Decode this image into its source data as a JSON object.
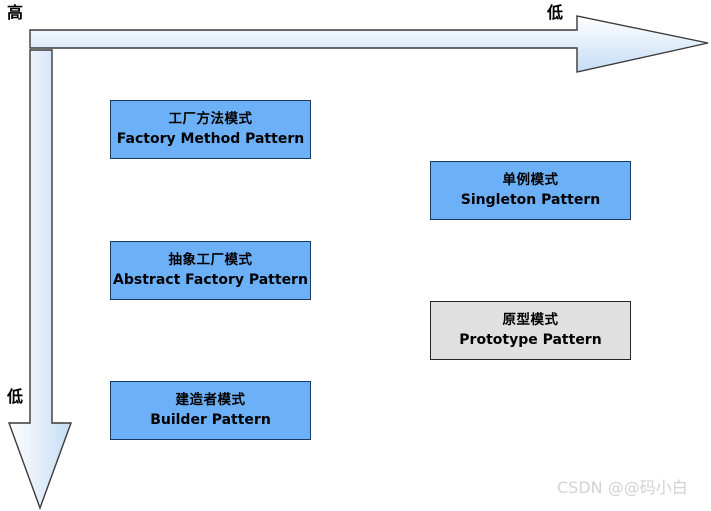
{
  "diagram": {
    "title_visible": false,
    "axes": {
      "horizontal": {
        "name": "horizontal-complexity-axis",
        "start_label": "高",
        "end_label": "低",
        "direction": "right"
      },
      "vertical": {
        "name": "vertical-complexity-axis",
        "start_label": "高",
        "end_label": "低",
        "direction": "down"
      }
    },
    "labels": {
      "high": "高",
      "low_right": "低",
      "low_bottom": "低"
    },
    "boxes": [
      {
        "id": "factory-method",
        "cn": "工厂方法模式",
        "en": "Factory Method Pattern",
        "fill": "#6cb0f7",
        "style": "blue"
      },
      {
        "id": "abstract-factory",
        "cn": "抽象工厂模式",
        "en": "Abstract Factory Pattern",
        "fill": "#6cb0f7",
        "style": "blue"
      },
      {
        "id": "builder",
        "cn": "建造者模式",
        "en": "Builder Pattern",
        "fill": "#6cb0f7",
        "style": "blue"
      },
      {
        "id": "singleton",
        "cn": "单例模式",
        "en": "Singleton Pattern",
        "fill": "#6cb0f7",
        "style": "blue"
      },
      {
        "id": "prototype",
        "cn": "原型模式",
        "en": "Prototype Pattern",
        "fill": "#e0e0e0",
        "style": "gray"
      }
    ],
    "watermark": "CSDN @@码小白",
    "colors": {
      "box_blue": "#6cb0f7",
      "box_gray": "#e0e0e0",
      "box_blue_border": "#1b3a63",
      "box_gray_border": "#242424",
      "arrow_fill_start": "#ffffff",
      "arrow_fill_end": "#bcd8f5",
      "arrow_border": "#3a3a3a",
      "watermark": "#d2d2d2",
      "background": "#ffffff"
    }
  }
}
